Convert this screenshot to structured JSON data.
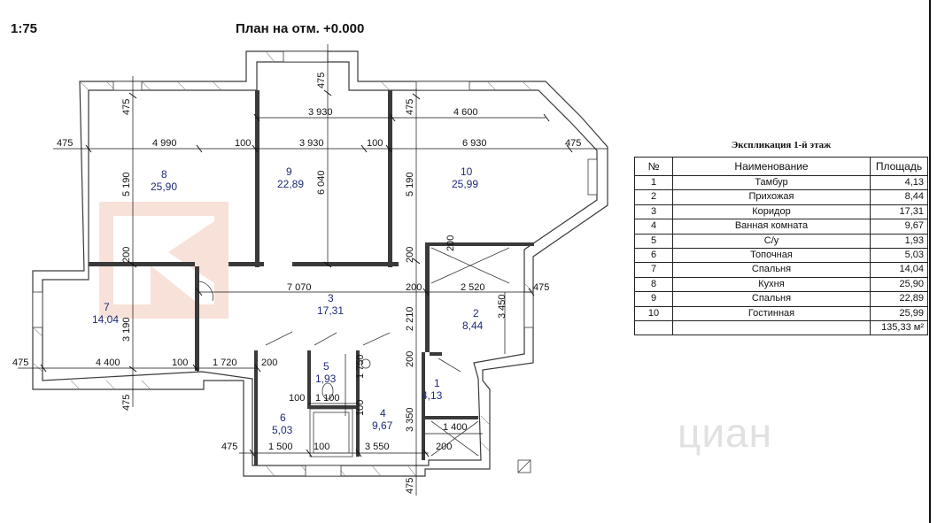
{
  "header": {
    "scale": "1:75",
    "title": "План на отм. +0.000"
  },
  "rooms": [
    {
      "num": "1",
      "area": "4,13"
    },
    {
      "num": "2",
      "area": "8,44"
    },
    {
      "num": "3",
      "area": "17,31"
    },
    {
      "num": "4",
      "area": "9,67"
    },
    {
      "num": "5",
      "area": "1,93"
    },
    {
      "num": "6",
      "area": "5,03"
    },
    {
      "num": "7",
      "area": "14,04"
    },
    {
      "num": "8",
      "area": "25,90"
    },
    {
      "num": "9",
      "area": "22,89"
    },
    {
      "num": "10",
      "area": "25,99"
    }
  ],
  "dims": {
    "d475a": "475",
    "d475b": "475",
    "d475c": "475",
    "d475d": "475",
    "d475e": "475",
    "d475f": "475",
    "d475g": "475",
    "d475h": "475",
    "d475i": "475",
    "d475j": "475",
    "d3930top": "3 930",
    "d4600": "4 600",
    "d4990": "4 990",
    "d100a": "100",
    "d3930mid": "3 930",
    "d100b": "100",
    "d6930": "6 930",
    "d5190a": "5 190",
    "d6040": "6 040",
    "d5190b": "5 190",
    "d200a": "200",
    "d200b": "200",
    "d200c": "200",
    "d200d": "200",
    "d200e": "200",
    "d200f": "200",
    "d200g": "200",
    "d7070": "7 070",
    "d2520": "2 520",
    "d3190": "3 190",
    "d3450": "3 450",
    "d2210": "2 210",
    "d4400": "4 400",
    "d100c": "100",
    "d1720": "1 720",
    "d1750": "1 750",
    "d100d": "100",
    "d1100": "1 100",
    "d100e": "100",
    "d3350": "3 350",
    "d1400": "1 400",
    "d1500": "1 500",
    "d100f": "100",
    "d3550": "3 550"
  },
  "explication": {
    "title": "Экспликация 1-й этаж",
    "headers": [
      "№",
      "Наименование",
      "Площадь"
    ],
    "rows": [
      {
        "n": "1",
        "name": "Тамбур",
        "area": "4,13"
      },
      {
        "n": "2",
        "name": "Прихожая",
        "area": "8,44"
      },
      {
        "n": "3",
        "name": "Коридор",
        "area": "17,31"
      },
      {
        "n": "4",
        "name": "Ванная комната",
        "area": "9,67"
      },
      {
        "n": "5",
        "name": "С/у",
        "area": "1,93"
      },
      {
        "n": "6",
        "name": "Топочная",
        "area": "5,03"
      },
      {
        "n": "7",
        "name": "Спальня",
        "area": "14,04"
      },
      {
        "n": "8",
        "name": "Кухня",
        "area": "25,90"
      },
      {
        "n": "9",
        "name": "Спальня",
        "area": "22,89"
      },
      {
        "n": "10",
        "name": "Гостинная",
        "area": "25,99"
      }
    ],
    "total": "135,33 м²"
  },
  "watermark": "циан",
  "colors": {
    "room_label": "#1f2a7a",
    "wall": "#3a3a3a",
    "logo": "#f2c8b8"
  }
}
